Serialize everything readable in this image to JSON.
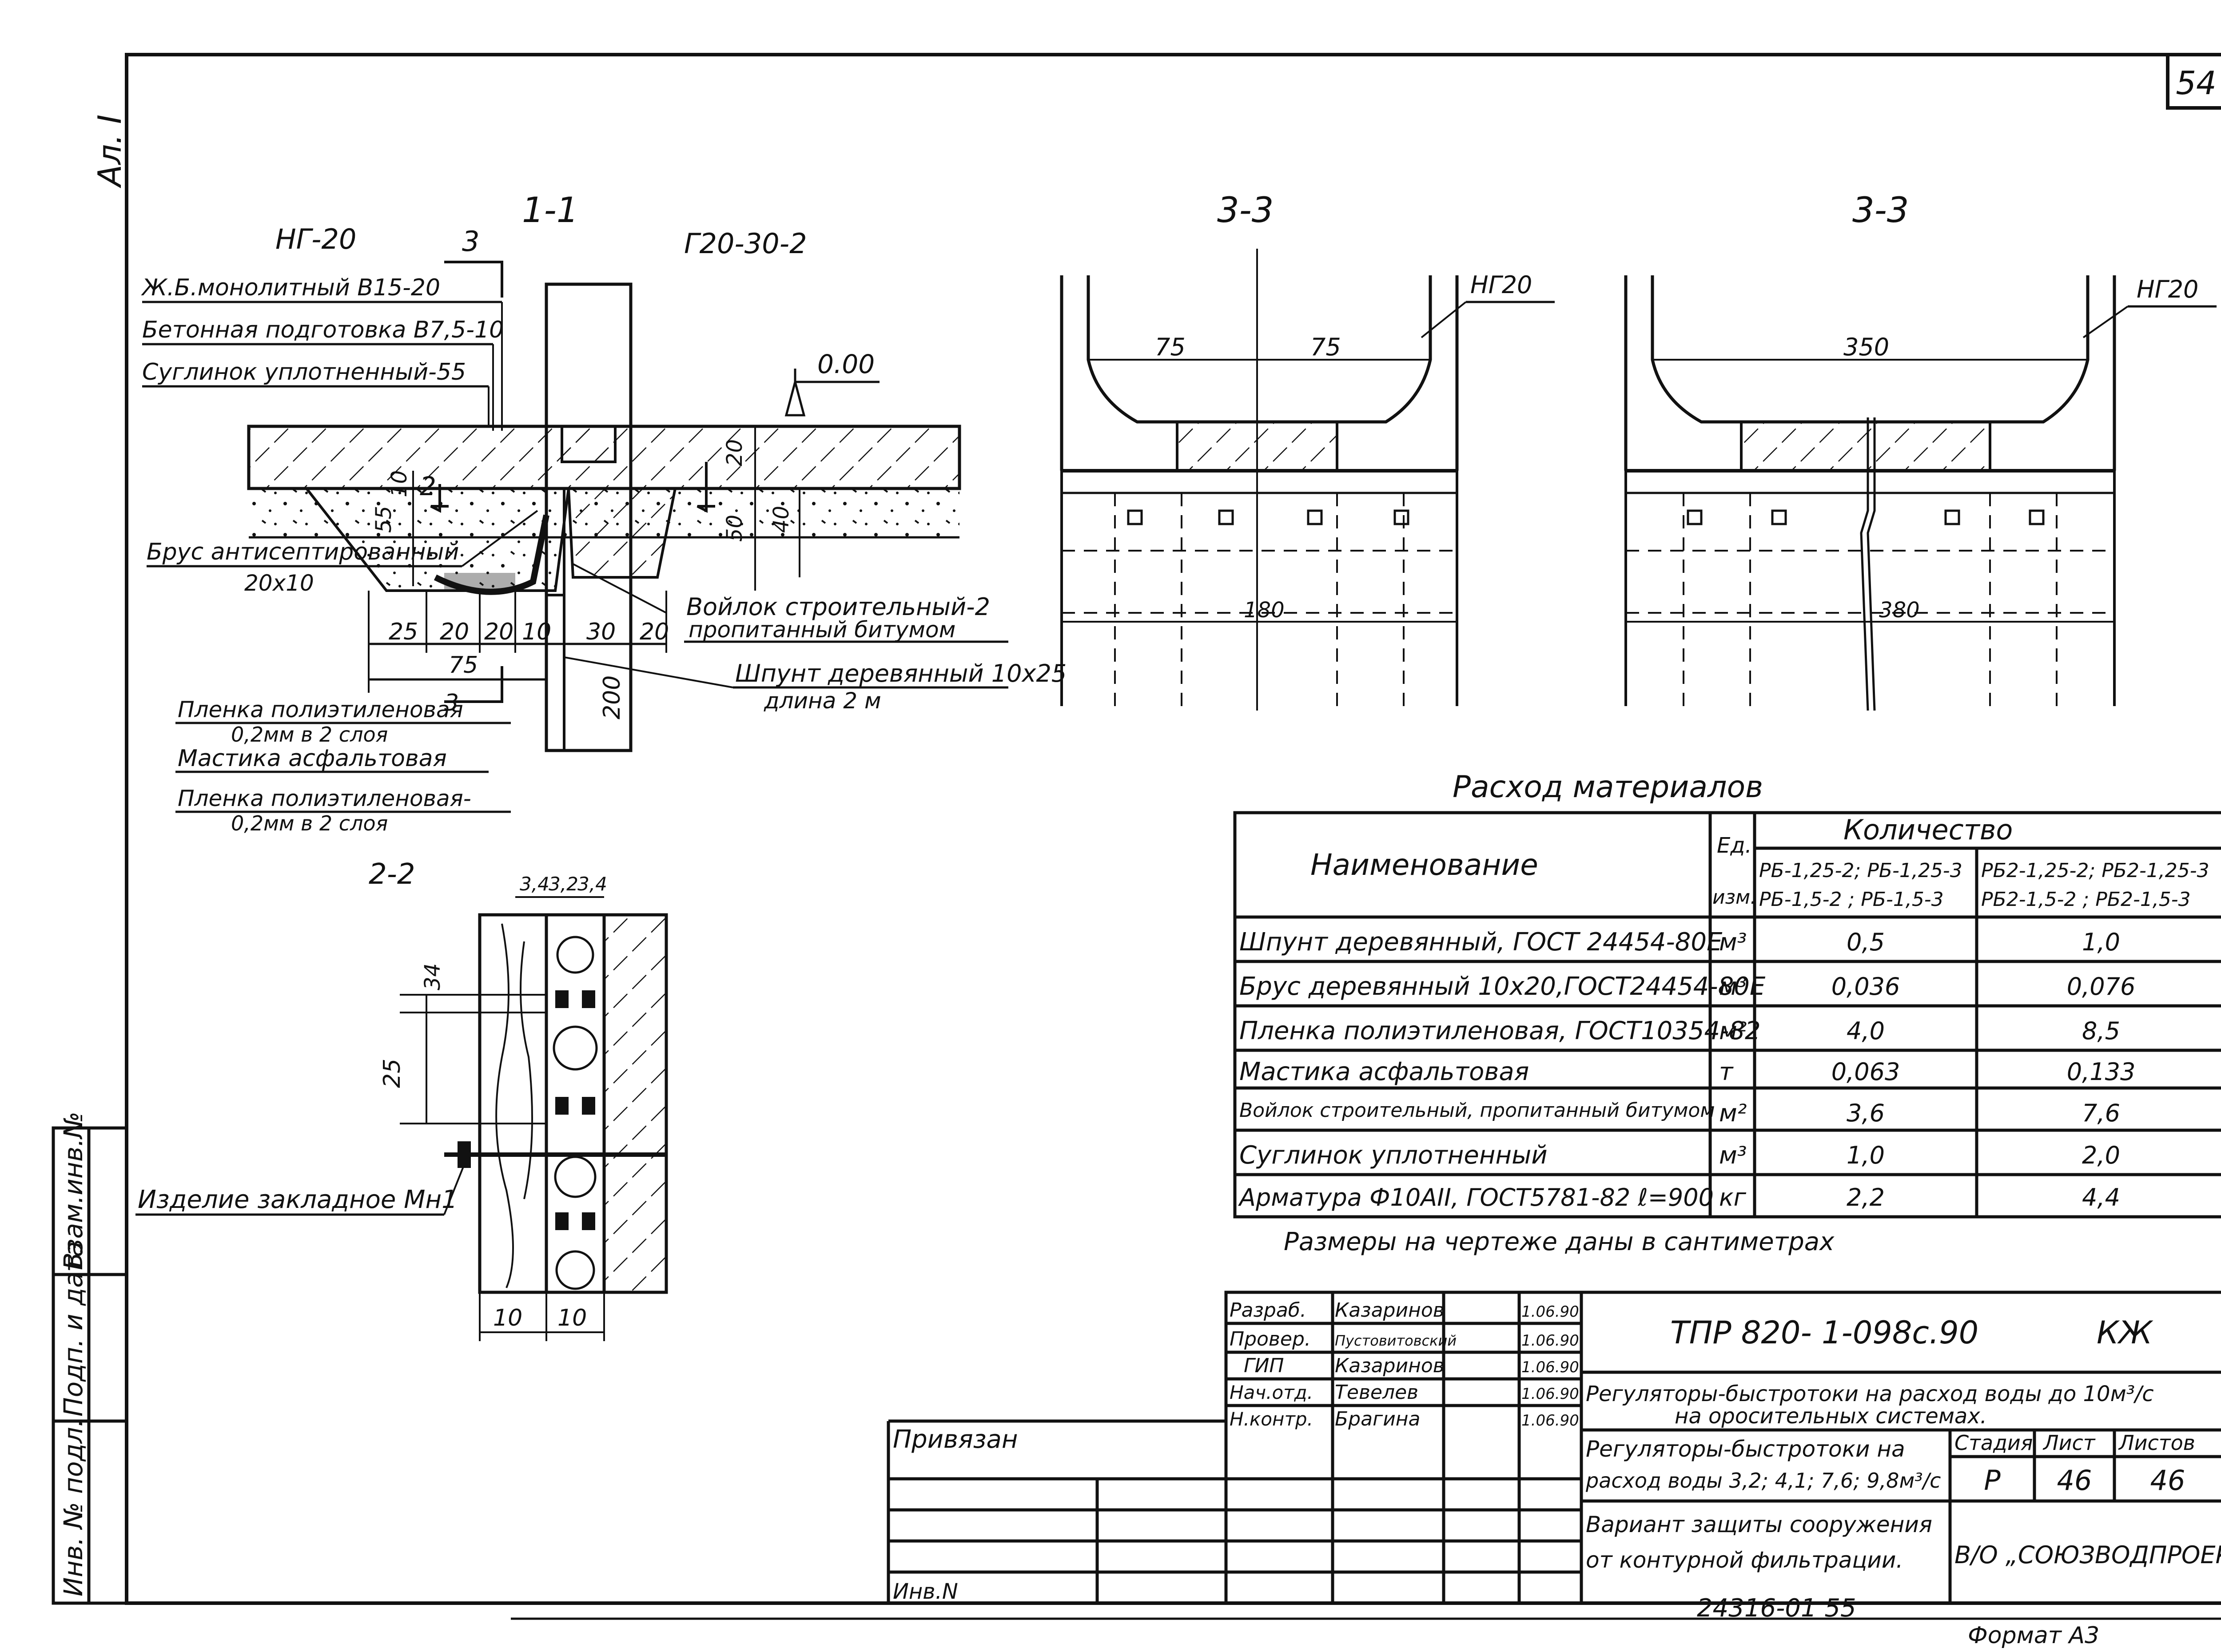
{
  "sheet": {
    "page_number": "54",
    "corner_mark": "Ал. I",
    "archive_code": "24316-01  55",
    "format": "Формат А3"
  },
  "side_stamp": {
    "inv_podl": "Инв. № подл.",
    "podp_data": "Подп. и дата",
    "vzam_inv": "Взам.инв.№"
  },
  "section_1_1": {
    "title": "1-1",
    "left_label": "НГ-20",
    "right_label": "Г20-30-2",
    "cut_mark": "3",
    "cut_mark_bottom": "3",
    "level": "0.00",
    "layer_labels": [
      "Ж.Б.монолитный В15-20",
      "Бетонная подготовка В7,5-10",
      "Суглинок уплотненный-55"
    ],
    "left_notes": {
      "brus": "Брус антисептированный",
      "brus_size": "20x10",
      "film1": "Пленка полиэтиленовая",
      "film1_b": "0,2мм в 2 слоя",
      "mastic": "Мастика асфальтовая",
      "film2": "Пленка полиэтиленовая-",
      "film2_b": "0,2мм в 2 слоя"
    },
    "right_notes": {
      "felt": "Войлок строительный-2",
      "felt_b": "пропитанный битумом",
      "sheet_pile": "Шпунт деревянный 10x25",
      "sheet_pile_b": "длина 2 м"
    },
    "dims_bottom": [
      "25",
      "20",
      "20",
      "10",
      "30",
      "20"
    ],
    "dim_75": "75",
    "dim_200": "200",
    "dims_vertical": [
      "10",
      "55",
      "20",
      "50",
      "40"
    ],
    "mark_2": "2"
  },
  "section_2_2": {
    "title": "2-2",
    "top_dims": [
      "3,4",
      "3,2",
      "3,4"
    ],
    "dim_34": "34",
    "dim_25": "25",
    "bottom_dims": [
      "10",
      "10"
    ],
    "embedded": "Изделие закладное Мн1"
  },
  "section_3_3_a": {
    "title": "3-3",
    "label": "НГ20",
    "dims": [
      "75",
      "75"
    ],
    "dim_bottom": "180"
  },
  "section_3_3_b": {
    "title": "3-3",
    "label": "НГ20",
    "dim_top": "350",
    "dim_bottom": "380"
  },
  "materials": {
    "title": "Расход материалов",
    "headers": {
      "name": "Наименование",
      "unit_a": "Ед.",
      "unit_b": "изм.",
      "qty": "Количество",
      "col1_a": "РБ-1,25-2; РБ-1,25-3",
      "col1_b": "РБ-1,5-2 ; РБ-1,5-3",
      "col2_a": "РБ2-1,25-2; РБ2-1,25-3",
      "col2_b": "РБ2-1,5-2 ; РБ2-1,5-3"
    },
    "rows": [
      {
        "name": "Шпунт деревянный, ГОСТ 24454-80Е",
        "unit": "м³",
        "q1": "0,5",
        "q2": "1,0"
      },
      {
        "name": "Брус деревянный 10x20,ГОСТ24454-80Е",
        "unit": "м³",
        "q1": "0,036",
        "q2": "0,076"
      },
      {
        "name": "Пленка полиэтиленовая, ГОСТ10354-82",
        "unit": "м²",
        "q1": "4,0",
        "q2": "8,5"
      },
      {
        "name": "Мастика асфальтовая",
        "unit": "т",
        "q1": "0,063",
        "q2": "0,133"
      },
      {
        "name": "Войлок строительный, пропитанный битумом",
        "unit": "м²",
        "q1": "3,6",
        "q2": "7,6"
      },
      {
        "name": "Суглинок уплотненный",
        "unit": "м³",
        "q1": "1,0",
        "q2": "2,0"
      },
      {
        "name": "Арматура Ф10АII, ГОСТ5781-82  ℓ=900",
        "unit": "кг",
        "q1": "2,2",
        "q2": "4,4"
      }
    ],
    "note": "Размеры на чертеже даны в сантиметрах"
  },
  "title_block": {
    "signatures": [
      {
        "role": "Разраб.",
        "name": "Казаринов",
        "date": "1.06.90"
      },
      {
        "role": "Провер.",
        "name": "Пустовитовский",
        "date": "1.06.90"
      },
      {
        "role": "ГИП",
        "name": "Казаринов",
        "date": "1.06.90"
      },
      {
        "role": "Нач.отд.",
        "name": "Тевелев",
        "date": "1.06.90"
      },
      {
        "role": "Н.контр.",
        "name": "Брагина",
        "date": "1.06.90"
      }
    ],
    "doc_code": "ТПР 820- 1-098с.90",
    "doc_mark": "КЖ",
    "project_a": "Регуляторы-быстротоки на расход воды до 10м³/с",
    "project_b": "на оросительных системах.",
    "sheet_a": "Регуляторы-быстротоки на",
    "sheet_b": "расход воды 3,2; 4,1; 7,6; 9,8м³/с",
    "drawing_a": "Вариант защиты сооружения",
    "drawing_b": "от контурной фильтрации.",
    "stage_label": "Стадия",
    "list_label": "Лист",
    "lists_label": "Листов",
    "stage": "Р",
    "list": "46",
    "lists": "46",
    "org": "В/О „СОЮЗВОДПРОЕКТ\"",
    "privyazan": "Привязан",
    "inv_n": "Инв.N"
  }
}
